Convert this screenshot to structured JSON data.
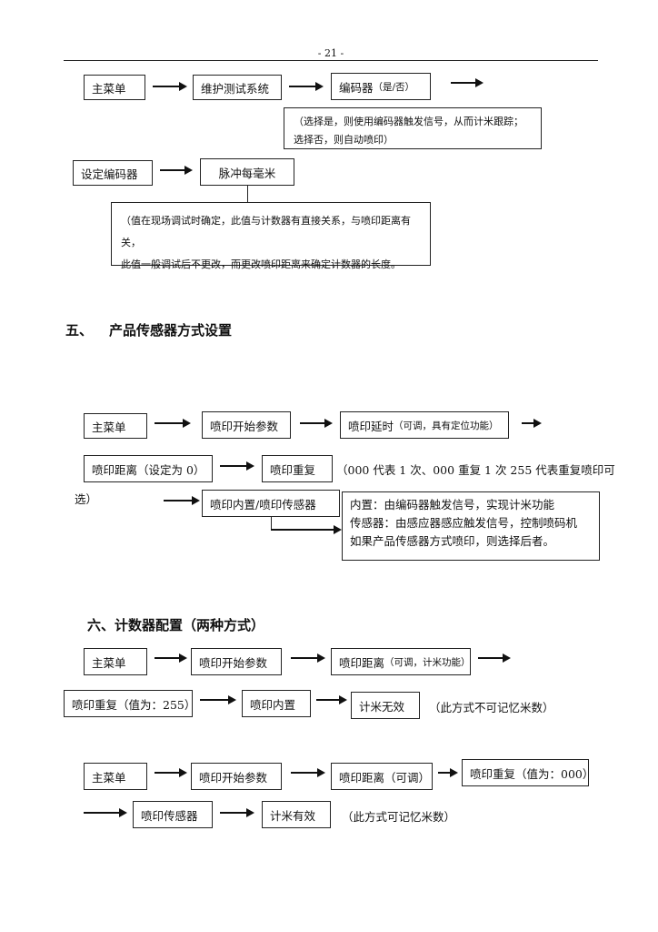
{
  "page_number": "- 21 -",
  "section4": {
    "row1": {
      "box1": "主菜单",
      "box2": "维护测试系统",
      "box3": "编码器",
      "box3_note": "（是/否）"
    },
    "note1": "（选择是，则使用编码器触发信号，从而计米跟踪；选择否，则自动喷印）",
    "row2": {
      "box1": "设定编码器",
      "box2": "脉冲每毫米"
    },
    "note2_line1": "（值在现场调试时确定，此值与计数器有直接关系，与喷印距离有关，",
    "note2_line2": "此值一般调试后不更改，而更改喷印距离来确定计数器的长度。"
  },
  "section5": {
    "heading_num": "五、",
    "heading_text": "产品传感器方式设置",
    "row1": {
      "box1": "主菜单",
      "box2": "喷印开始参数",
      "box3": "喷印延时",
      "box3_note": "（可调，具有定位功能）"
    },
    "row2": {
      "box1": "喷印距离（设定为 0）",
      "box2": "喷印重复",
      "trailing_text": "（000 代表 1 次、000 重复 1 次  255 代表重复喷印可",
      "wrap_text": "选）"
    },
    "row3": {
      "box1": "喷印内置/喷印传感器"
    },
    "note": {
      "line1": "内置：由编码器触发信号，实现计米功能",
      "line2": "传感器：由感应器感应触发信号，控制喷码机",
      "line3": "如果产品传感器方式喷印，则选择后者。"
    }
  },
  "section6": {
    "heading": "六、计数器配置（两种方式）",
    "flowA": {
      "row1": {
        "box1": "主菜单",
        "box2": "喷印开始参数",
        "box3": "喷印距离",
        "box3_note": "（可调，计米功能）"
      },
      "row2": {
        "box1": "喷印重复（值为：255）",
        "box2": "喷印内置",
        "box3": "计米无效",
        "trailing_text": "（此方式不可记忆米数）"
      }
    },
    "flowB": {
      "row1": {
        "box1": "主菜单",
        "box2": "喷印开始参数",
        "box3": "喷印距离（可调）",
        "box4": "喷印重复（值为：000）"
      },
      "row2": {
        "box1": "喷印传感器",
        "box2": "计米有效",
        "trailing_text": "（此方式可记忆米数）"
      }
    }
  }
}
